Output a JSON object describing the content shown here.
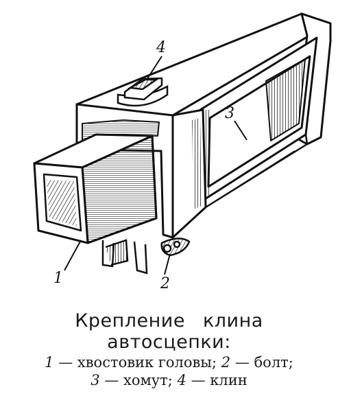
{
  "callouts": [
    {
      "id": "1",
      "label": "1"
    },
    {
      "id": "2",
      "label": "2"
    },
    {
      "id": "3",
      "label": "3"
    },
    {
      "id": "4",
      "label": "4"
    }
  ],
  "caption": {
    "title_line1_a": "Крепление",
    "title_line1_b": "клина",
    "title_line2": "автосцепки:",
    "legend": [
      {
        "num": "1",
        "text": "хвостовик головы;"
      },
      {
        "num": "2",
        "text": "болт;"
      },
      {
        "num": "3",
        "text": "хомут;"
      },
      {
        "num": "4",
        "text": "клин"
      }
    ],
    "dash": "—"
  },
  "colors": {
    "ink": "#111111",
    "paper": "#ffffff",
    "hatch": "#222222"
  }
}
